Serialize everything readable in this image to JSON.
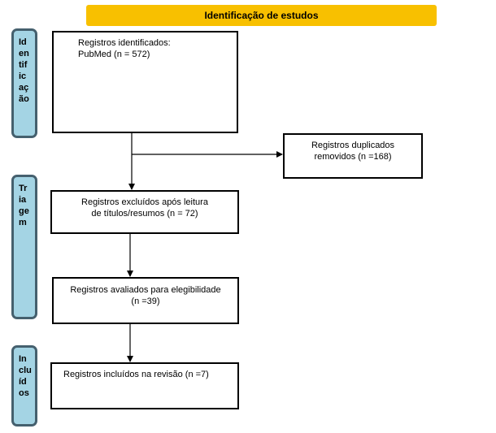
{
  "header": {
    "title": "Identificação de estudos"
  },
  "stages": [
    {
      "lines": [
        "Id",
        "en",
        "tif",
        "ic",
        "aç",
        "ão"
      ]
    },
    {
      "lines": [
        "Tr",
        "ia",
        "ge",
        "m"
      ]
    },
    {
      "lines": [
        "In",
        "clu",
        "íd",
        "os"
      ]
    }
  ],
  "boxes": {
    "identified": {
      "line1": "Registros identificados:",
      "line2": "PubMed (n = 572)"
    },
    "duplicates": {
      "line1": "Registros duplicados",
      "line2": "removidos (n =168)"
    },
    "excluded": {
      "line1": "Registros excluídos após leitura",
      "line2": "de títulos/resumos (n = 72)"
    },
    "assessed": {
      "line1": "Registros avaliados para elegibilidade",
      "line2": "(n =39)"
    },
    "included": {
      "line1": "Registros incluídos na revisão (n =7)"
    }
  }
}
